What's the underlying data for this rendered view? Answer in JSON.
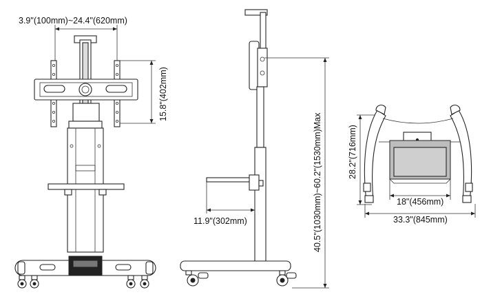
{
  "front_view": {
    "width_dim": "3.9\"(100mm)~24.4\"(620mm)",
    "height_dim": "15.8\"(402mm)"
  },
  "side_view": {
    "total_height_dim": "40.5\"(1030mm)~60.2\"(1530mm)Max",
    "shelf_depth_dim": "11.9\"(302mm)"
  },
  "top_view": {
    "depth_dim": "28.2\"(716mm)",
    "inner_width_dim": "18\"(456mm)",
    "outer_width_dim": "33.3\"(845mm)"
  },
  "colors": {
    "line": "#222222",
    "fill": "#ffffff",
    "shade": "#bdbdbd"
  }
}
